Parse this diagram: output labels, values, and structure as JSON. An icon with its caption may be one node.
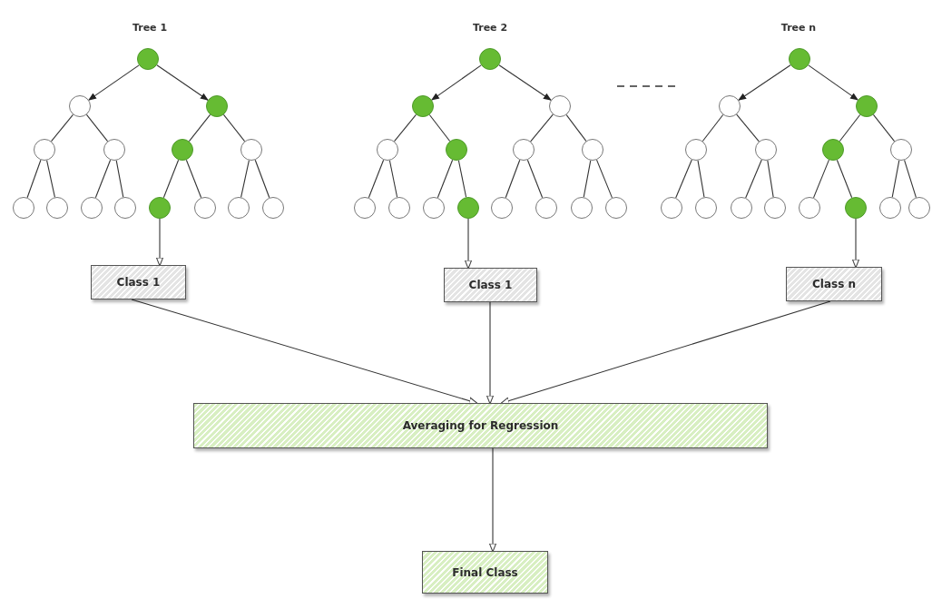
{
  "diagram": {
    "nodes": [
      {
        "text": [],
        "shape": "circle"
      },
      {
        "text": [],
        "shape": "circle"
      },
      {
        "text": [],
        "shape": "circle"
      },
      {
        "text": [],
        "shape": "circle"
      },
      {
        "text": [],
        "shape": "circle"
      },
      {
        "text": [],
        "shape": "circle"
      },
      {
        "text": [],
        "shape": "circle"
      },
      {
        "text": [],
        "shape": "circle"
      },
      {
        "text": [],
        "shape": "circle"
      },
      {
        "text": [],
        "shape": "circle"
      },
      {
        "text": [],
        "shape": "circle"
      },
      {
        "text": [],
        "shape": "circle"
      },
      {
        "text": [],
        "shape": "circle"
      },
      {
        "text": [],
        "shape": "circle"
      },
      {
        "text": [],
        "shape": "circle"
      },
      {
        "text": [],
        "shape": "circle"
      },
      {
        "text": [],
        "shape": "circle"
      },
      {
        "text": [],
        "shape": "circle"
      },
      {
        "text": [],
        "shape": "circle"
      },
      {
        "text": [],
        "shape": "circle"
      },
      {
        "text": [],
        "shape": "circle"
      },
      {
        "text": [],
        "shape": "circle"
      },
      {
        "text": [],
        "shape": "circle"
      },
      {
        "text": [],
        "shape": "circle"
      },
      {
        "text": [],
        "shape": "circle"
      },
      {
        "text": [],
        "shape": "circle"
      },
      {
        "text": [],
        "shape": "circle"
      },
      {
        "text": [],
        "shape": "circle"
      },
      {
        "text": [],
        "shape": "circle"
      },
      {
        "text": [],
        "shape": "circle"
      },
      {
        "text": [],
        "shape": "circle"
      },
      {
        "text": [],
        "shape": "circle"
      },
      {
        "text": [],
        "shape": "circle"
      },
      {
        "text": [],
        "shape": "circle"
      },
      {
        "text": [],
        "shape": "circle"
      },
      {
        "text": [],
        "shape": "circle"
      },
      {
        "text": [],
        "shape": "circle"
      },
      {
        "text": [],
        "shape": "circle"
      },
      {
        "text": [],
        "shape": "circle"
      },
      {
        "text": [],
        "shape": "circle"
      },
      {
        "text": [],
        "shape": "circle"
      },
      {
        "text": [],
        "shape": "circle"
      },
      {
        "text": [],
        "shape": "circle"
      },
      {
        "text": [],
        "shape": "circle"
      },
      {
        "text": [],
        "shape": "circle"
      },
      {
        "text": [
          "Class 1"
        ]
      },
      {
        "text": [
          "Class 1"
        ]
      },
      {
        "text": [
          "Class n"
        ]
      },
      {
        "text": [
          "Averaging for Regression"
        ]
      },
      {
        "text": [
          "Final Class"
        ]
      }
    ],
    "edges": [
      {
        "from": 0,
        "to": 1,
        "arrow": "to"
      },
      {
        "from": 0,
        "to": 2,
        "arrow": "to"
      },
      {
        "from": 1,
        "to": 3,
        "arrow": "none"
      },
      {
        "from": 1,
        "to": 4,
        "arrow": "none"
      },
      {
        "from": 2,
        "to": 5,
        "arrow": "none"
      },
      {
        "from": 2,
        "to": 6,
        "arrow": "none"
      },
      {
        "from": 3,
        "to": 7,
        "arrow": "none"
      },
      {
        "from": 3,
        "to": 8,
        "arrow": "none"
      },
      {
        "from": 4,
        "to": 9,
        "arrow": "none"
      },
      {
        "from": 4,
        "to": 10,
        "arrow": "none"
      },
      {
        "from": 5,
        "to": 11,
        "arrow": "none"
      },
      {
        "from": 5,
        "to": 12,
        "arrow": "none"
      },
      {
        "from": 6,
        "to": 13,
        "arrow": "none"
      },
      {
        "from": 6,
        "to": 14,
        "arrow": "none"
      },
      {
        "from": 15,
        "to": 16,
        "arrow": "to"
      },
      {
        "from": 15,
        "to": 17,
        "arrow": "to"
      },
      {
        "from": 16,
        "to": 18,
        "arrow": "none"
      },
      {
        "from": 16,
        "to": 19,
        "arrow": "none"
      },
      {
        "from": 17,
        "to": 20,
        "arrow": "none"
      },
      {
        "from": 17,
        "to": 21,
        "arrow": "none"
      },
      {
        "from": 18,
        "to": 22,
        "arrow": "none"
      },
      {
        "from": 18,
        "to": 23,
        "arrow": "none"
      },
      {
        "from": 19,
        "to": 24,
        "arrow": "none"
      },
      {
        "from": 19,
        "to": 25,
        "arrow": "none"
      },
      {
        "from": 20,
        "to": 26,
        "arrow": "none"
      },
      {
        "from": 20,
        "to": 27,
        "arrow": "none"
      },
      {
        "from": 21,
        "to": 28,
        "arrow": "none"
      },
      {
        "from": 21,
        "to": 29,
        "arrow": "none"
      },
      {
        "from": 30,
        "to": 31,
        "arrow": "to"
      },
      {
        "from": 30,
        "to": 32,
        "arrow": "to"
      },
      {
        "from": 31,
        "to": 33,
        "arrow": "none"
      },
      {
        "from": 31,
        "to": 34,
        "arrow": "none"
      },
      {
        "from": 32,
        "to": 35,
        "arrow": "none"
      },
      {
        "from": 32,
        "to": 36,
        "arrow": "none"
      },
      {
        "from": 33,
        "to": 37,
        "arrow": "none"
      },
      {
        "from": 33,
        "to": 38,
        "arrow": "none"
      },
      {
        "from": 34,
        "to": 39,
        "arrow": "none"
      },
      {
        "from": 34,
        "to": 40,
        "arrow": "none"
      },
      {
        "from": 35,
        "to": 41,
        "arrow": "none"
      },
      {
        "from": 35,
        "to": 42,
        "arrow": "none"
      },
      {
        "from": 36,
        "to": 43,
        "arrow": "none"
      },
      {
        "from": 36,
        "to": 44,
        "arrow": "none"
      },
      {
        "from": 11,
        "to": 45,
        "arrow": "to"
      },
      {
        "from": 25,
        "to": 46,
        "arrow": "to"
      },
      {
        "from": 42,
        "to": 47,
        "arrow": "to"
      },
      {
        "from": 45,
        "to": 48,
        "arrow": "to"
      },
      {
        "from": 46,
        "to": 48,
        "arrow": "to"
      },
      {
        "from": 47,
        "to": 48,
        "arrow": "to"
      },
      {
        "from": 48,
        "to": 49,
        "arrow": "to"
      }
    ],
    "labels": [
      "Tree 1",
      "Tree 2",
      "Tree n"
    ]
  }
}
